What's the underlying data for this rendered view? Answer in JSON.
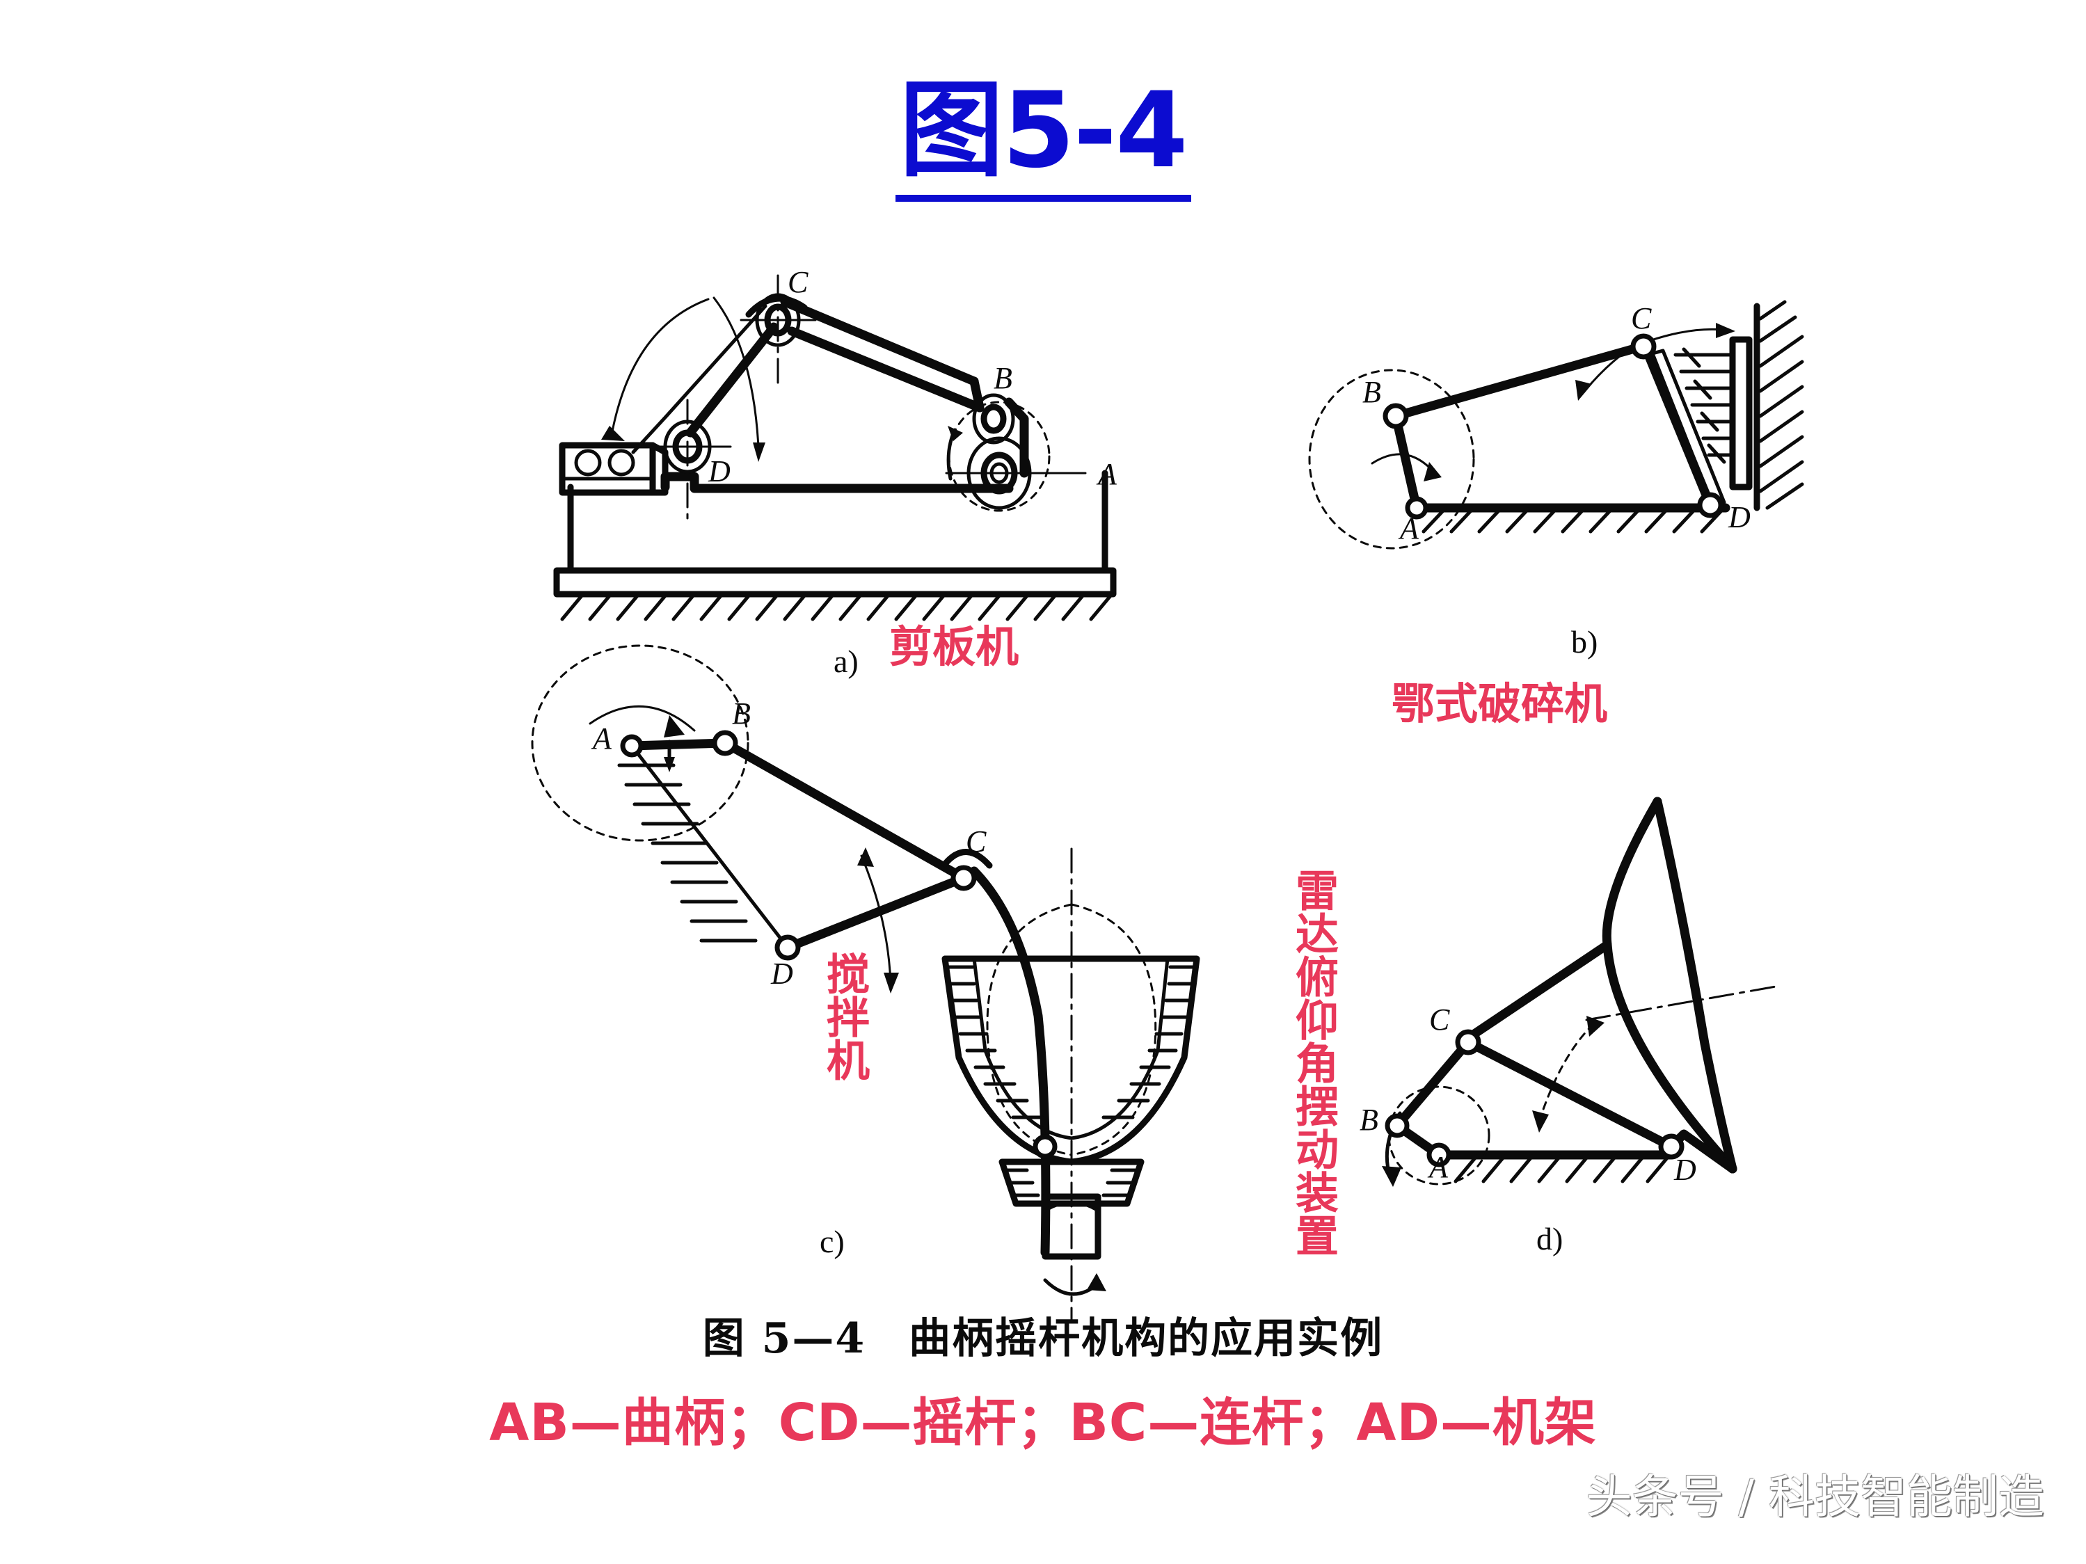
{
  "title": {
    "text": "图5-4"
  },
  "figures": {
    "a": {
      "sub_label": "a)",
      "name_cn": "剪板机",
      "joints": {
        "A": "A",
        "B": "B",
        "C": "C",
        "D": "D"
      }
    },
    "b": {
      "sub_label": "b)",
      "name_cn": "鄂式破碎机",
      "joints": {
        "A": "A",
        "B": "B",
        "C": "C",
        "D": "D"
      }
    },
    "c": {
      "sub_label": "c)",
      "name_cn": "搅拌机",
      "joints": {
        "A": "A",
        "B": "B",
        "C": "C",
        "D": "D"
      }
    },
    "d": {
      "sub_label": "d)",
      "name_cn": "雷达俯仰角摆动装置",
      "joints": {
        "A": "A",
        "B": "B",
        "C": "C",
        "D": "D"
      }
    }
  },
  "caption": {
    "figure_caption": "图 5—4　曲柄摇杆机构的应用实例",
    "legend": "AB—曲柄；CD—摇杆；BC—连杆；AD—机架"
  },
  "watermark": {
    "text": "头条号 / 科技智能制造"
  },
  "colors": {
    "title_blue": "#0c0cd0",
    "label_red": "#e8385a",
    "line_black": "#0b0b0b",
    "background": "#ffffff"
  }
}
